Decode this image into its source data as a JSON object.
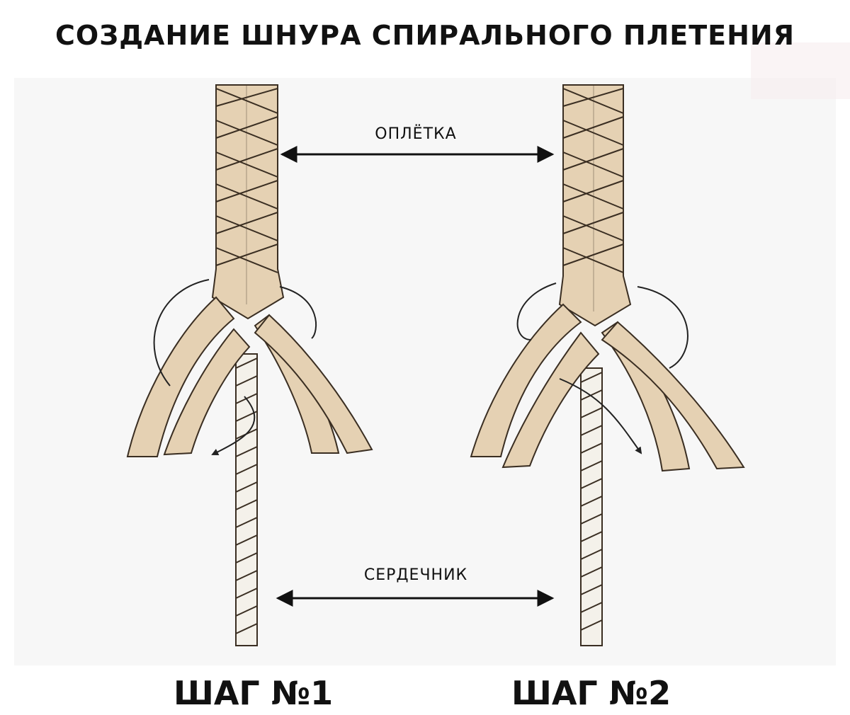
{
  "title": "СОЗДАНИЕ ШНУРА СПИРАЛЬНОГО ПЛЕТЕНИЯ",
  "labels": {
    "braid": "ОПЛЁТКА",
    "core": "СЕРДЕЧНИК"
  },
  "steps": {
    "step1": "ШАГ №1",
    "step2": "ШАГ №2"
  },
  "colors": {
    "strand_fill": "#e5d1b3",
    "strand_outline": "#3a2e22",
    "core_fill": "#f4f1ea",
    "arrow": "#111111",
    "background_tint": "#f3f3f3"
  }
}
